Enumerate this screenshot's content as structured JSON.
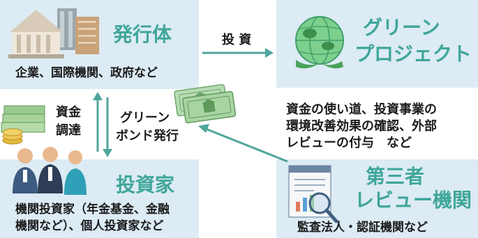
{
  "issuer": {
    "title": "発行体",
    "subtitle": "企業、国際機関、政府など"
  },
  "project": {
    "title_line1": "グリーン",
    "title_line2": "プロジェクト"
  },
  "project_desc": {
    "line1": "資金の使い道、投資事業の",
    "line2": "環境改善効果の確認、外部",
    "line3": "レビューの付与　など"
  },
  "investor": {
    "title": "投資家",
    "subtitle_line1": "機関投資家（年金基金、金融",
    "subtitle_line2": "機関など）、個人投資家など"
  },
  "reviewer": {
    "title_line1": "第三者",
    "title_line2": "レビュー機関",
    "subtitle": "監査法人・認証機関など"
  },
  "flows": {
    "invest": "投 資",
    "funding_line1": "資金",
    "funding_line2": "調達",
    "bond_line1": "グリーン",
    "bond_line2": "ボンド発行"
  },
  "colors": {
    "box_bg": "#dcebf4",
    "title": "#3fa69a",
    "arrow": "#4fa49b",
    "text": "#1b1b1b"
  }
}
